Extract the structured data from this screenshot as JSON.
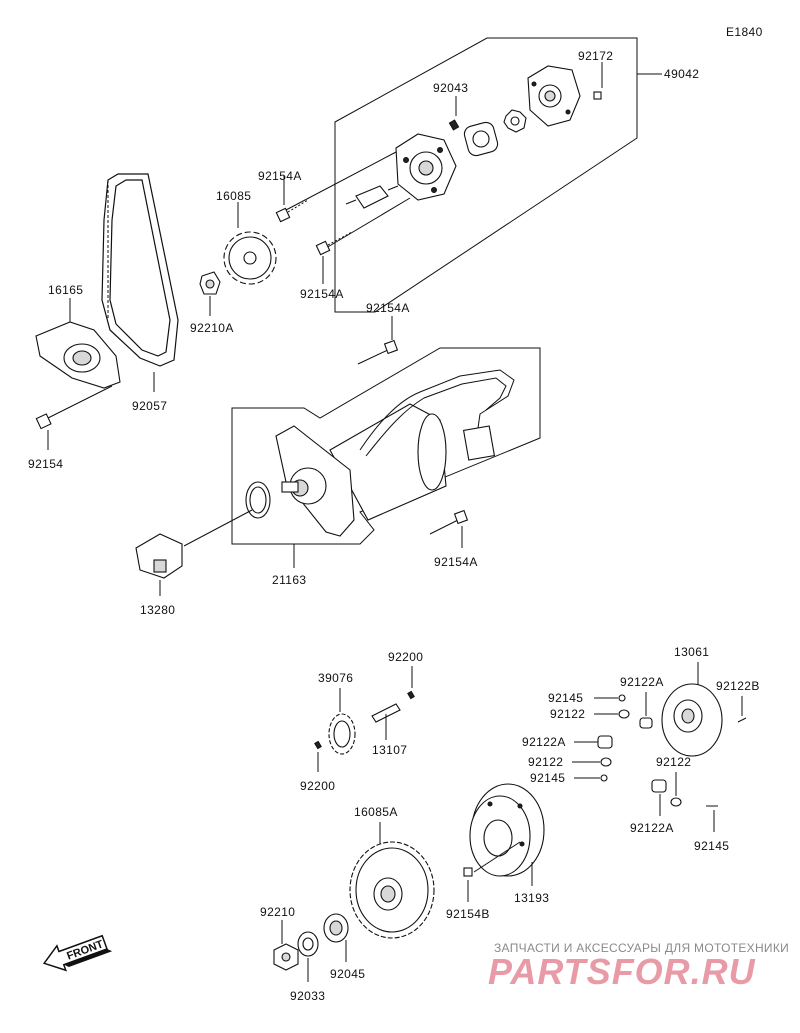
{
  "diagram_code": "E1840",
  "labels": {
    "p49042": "49042",
    "p92172": "92172",
    "p92043": "92043",
    "p92154A_1": "92154A",
    "p92154A_2": "92154A",
    "p92154A_3": "92154A",
    "p92154A_4": "92154A",
    "p16085": "16085",
    "p16165": "16165",
    "p92210A": "92210A",
    "p92057": "92057",
    "p92154": "92154",
    "p21163": "21163",
    "p13280": "13280",
    "p92200_1": "92200",
    "p92200_2": "92200",
    "p39076": "39076",
    "p13107": "13107",
    "p16085A": "16085A",
    "p92210": "92210",
    "p92033": "92033",
    "p92045": "92045",
    "p92154B": "92154B",
    "p13193": "13193",
    "p13061": "13061",
    "p92145_1": "92145",
    "p92145_2": "92145",
    "p92145_3": "92145",
    "p92122A_1": "92122A",
    "p92122A_2": "92122A",
    "p92122A_3": "92122A",
    "p92122_1": "92122",
    "p92122_2": "92122",
    "p92122_3": "92122",
    "p92122B": "92122B"
  },
  "front_arrow_label": "FRONT",
  "watermark": {
    "tagline": "ЗАПЧАСТИ И АКСЕССУАРЫ ДЛЯ МОТОТЕХНИКИ",
    "logo": "PARTSFOR.RU",
    "color": "#e89aa6"
  }
}
